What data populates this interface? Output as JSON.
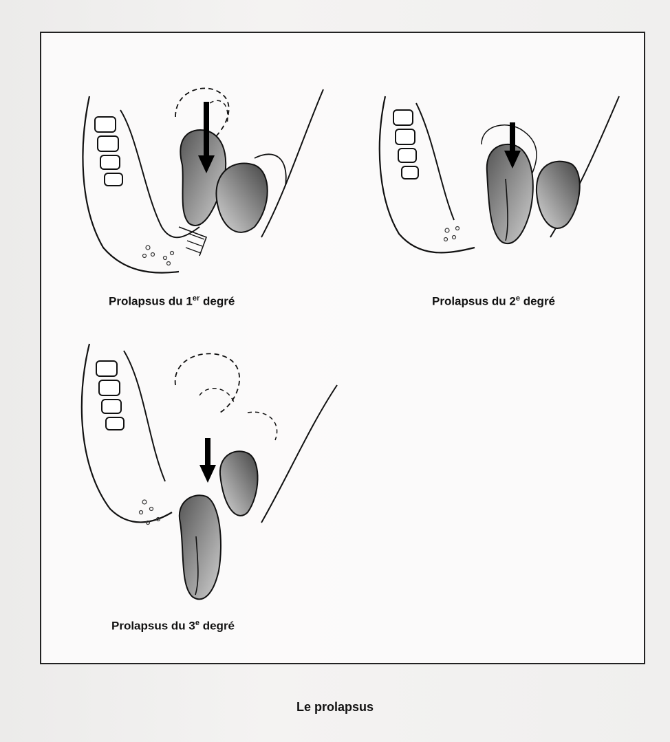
{
  "diagrams": [
    {
      "caption_prefix": "Prolapsus du 1",
      "caption_sup": "er",
      "caption_suffix": " degré"
    },
    {
      "caption_prefix": "Prolapsus du 2",
      "caption_sup": "e",
      "caption_suffix": " degré"
    },
    {
      "caption_prefix": "Prolapsus du 3",
      "caption_sup": "e",
      "caption_suffix": " degré"
    }
  ],
  "figure_title": "Le prolapsus",
  "icons": [
    "down-arrow-icon"
  ]
}
